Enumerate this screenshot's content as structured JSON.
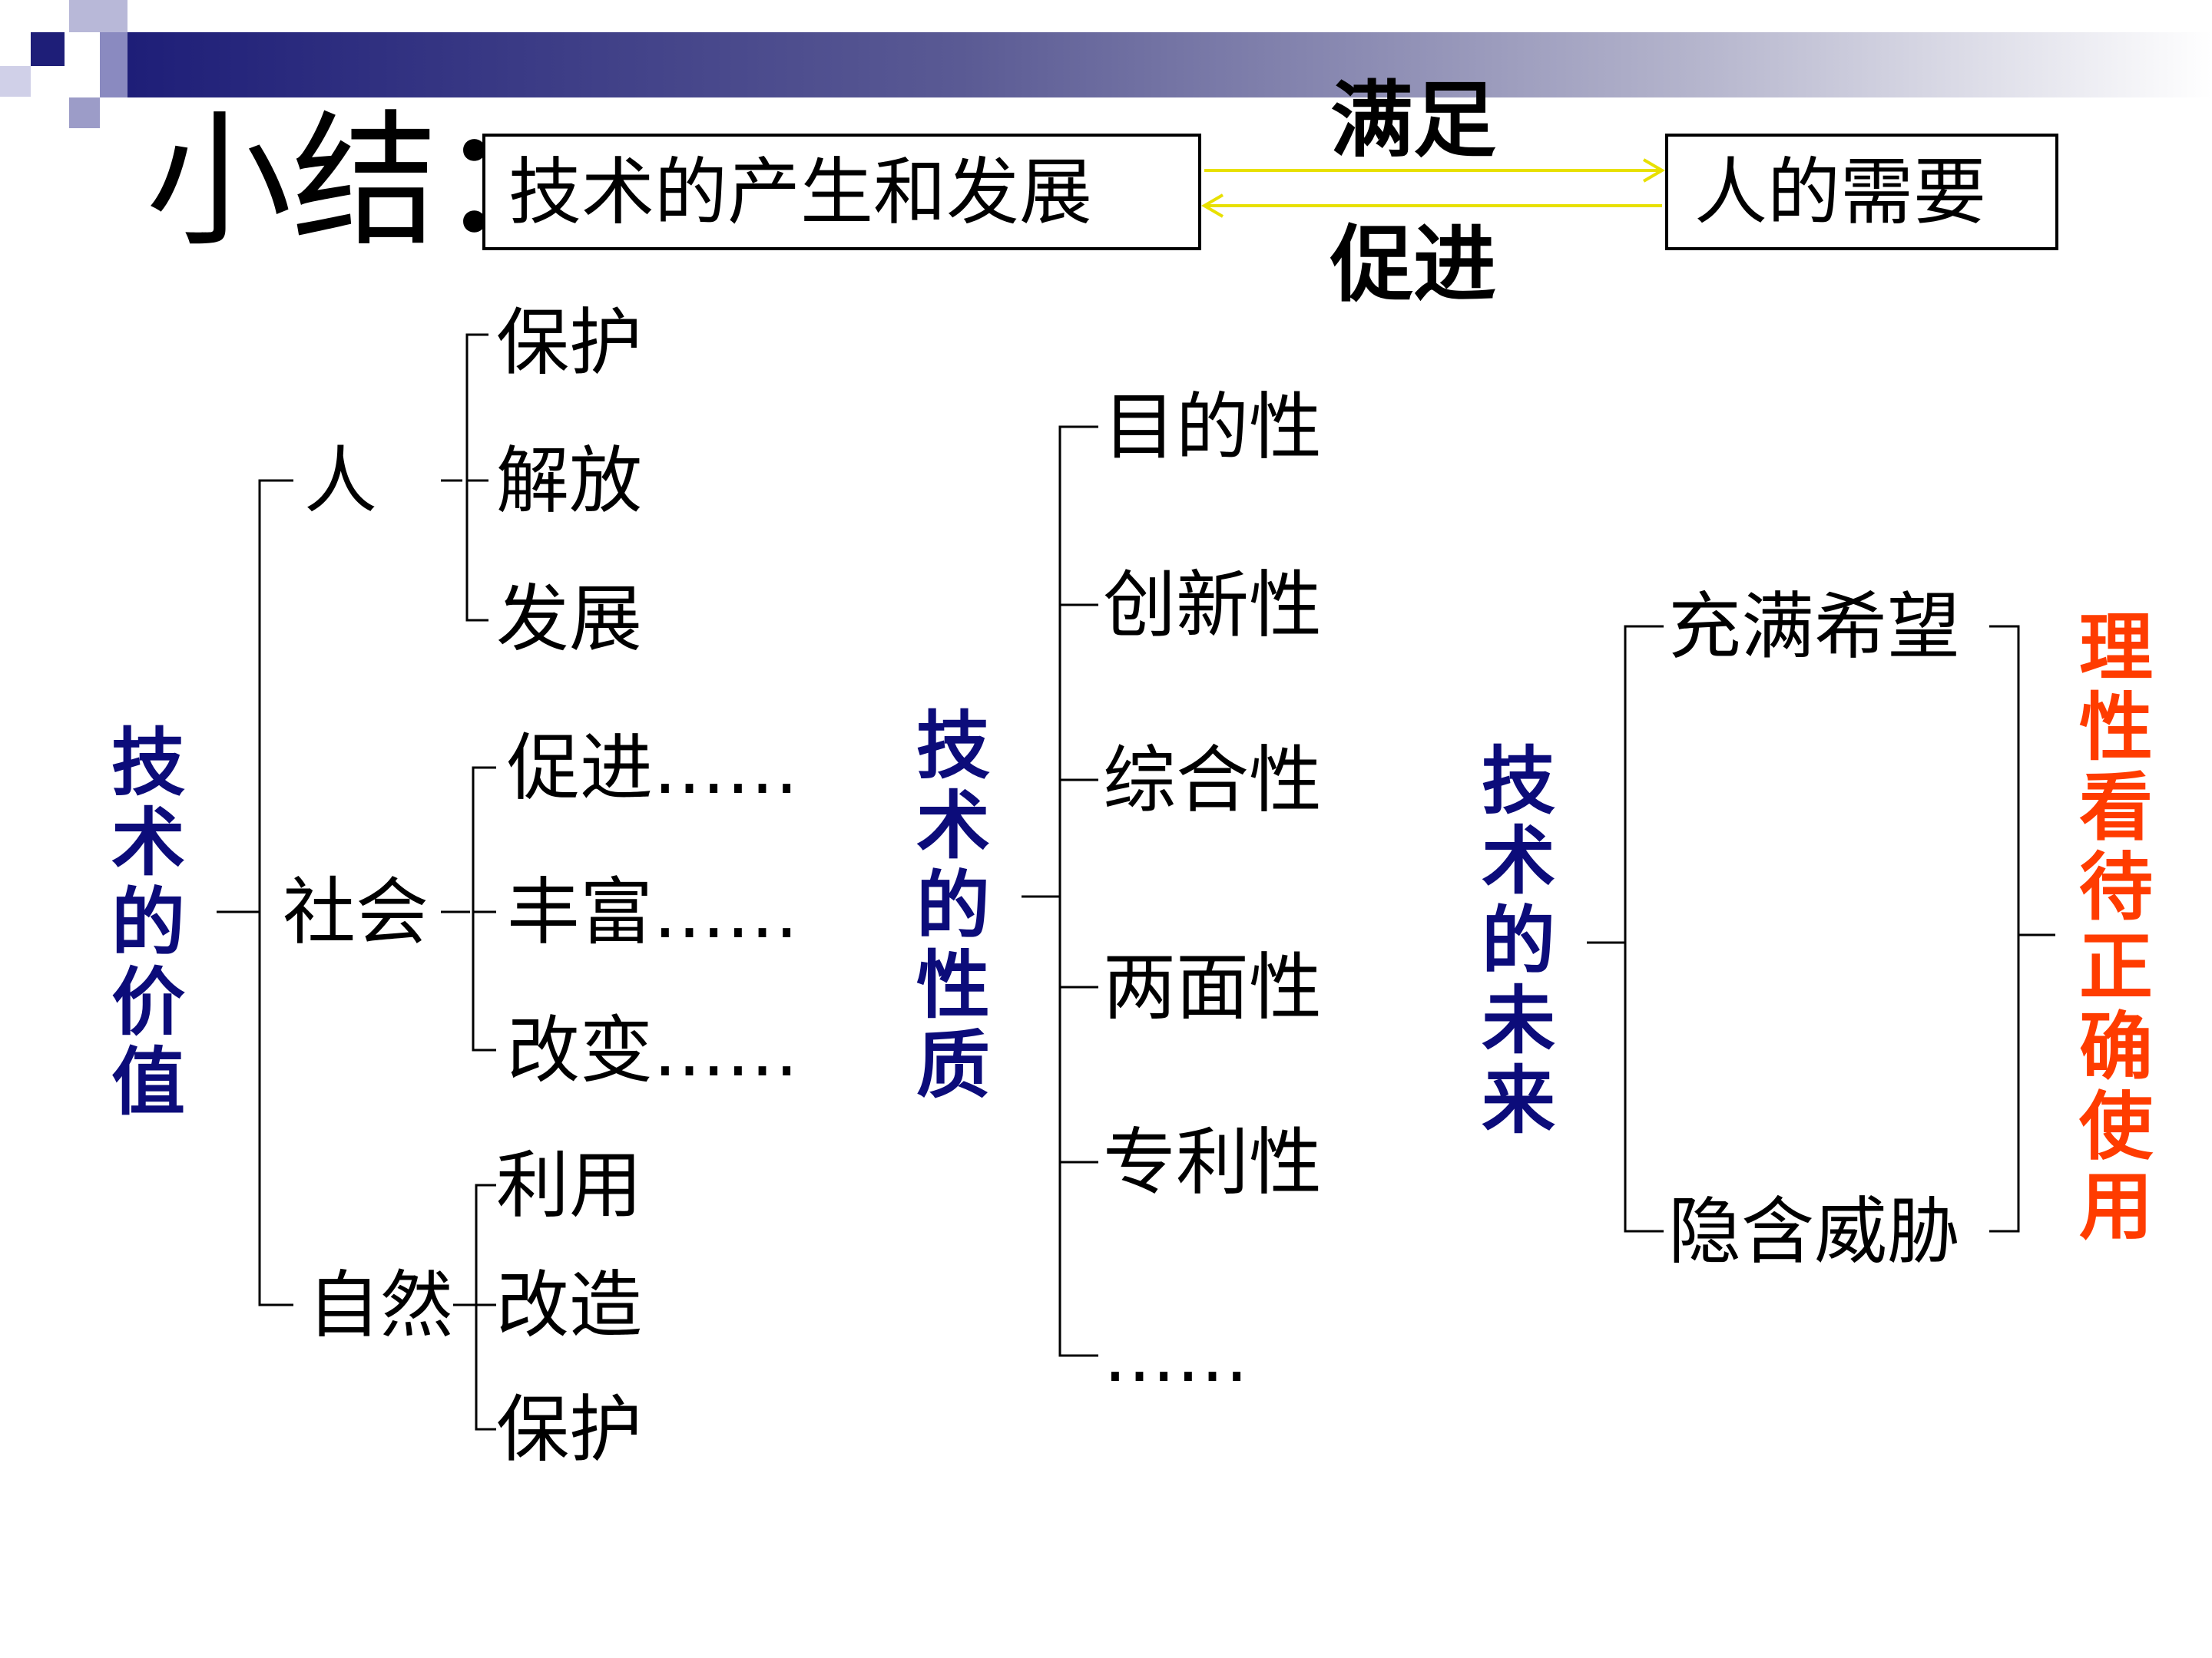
{
  "title": "小结：",
  "top": {
    "left_box": "技术的产生和发展",
    "right_box": "人的需要",
    "arrow_top_label": "满足",
    "arrow_bottom_label": "促进"
  },
  "value": {
    "root": "技术的价值",
    "branches": [
      {
        "label": "人",
        "items": [
          "保护",
          "解放",
          "发展"
        ]
      },
      {
        "label": "社会",
        "items": [
          "促进……",
          "丰富……",
          "改变……"
        ]
      },
      {
        "label": "自然",
        "items": [
          "利用",
          "改造",
          "保护"
        ]
      }
    ]
  },
  "nature": {
    "root": "技术的性质",
    "items": [
      "目的性",
      "创新性",
      "综合性",
      "两面性",
      "专利性",
      "……"
    ]
  },
  "future": {
    "root": "技术的未来",
    "items": [
      "充满希望",
      "隐含威胁"
    ],
    "conclusion": "理性看待  正确使用"
  },
  "colors": {
    "navy": "#0c0c7a",
    "accent_red": "#ff3c00",
    "arrow_yellow": "#e8e000",
    "header_gradient_start": "#1e1e78"
  }
}
